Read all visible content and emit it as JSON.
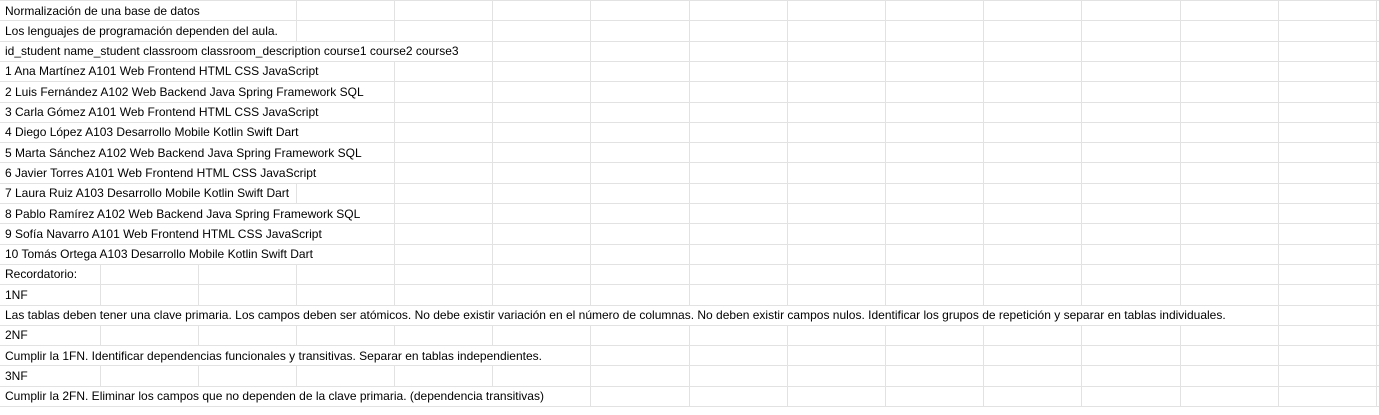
{
  "sheet": {
    "rows": [
      "Normalización de una base de datos",
      "Los lenguajes de programación dependen del aula.",
      "id_student name_student classroom classroom_description course1 course2 course3",
      "1 Ana Martínez A101 Web Frontend HTML CSS JavaScript",
      "2 Luis Fernández A102 Web Backend Java Spring Framework SQL",
      "3 Carla Gómez A101 Web Frontend HTML CSS JavaScript",
      "4 Diego López A103 Desarrollo Mobile Kotlin Swift Dart",
      "5 Marta Sánchez A102 Web Backend Java Spring Framework SQL",
      "6 Javier Torres A101 Web Frontend HTML CSS JavaScript",
      "7 Laura Ruiz A103 Desarrollo Mobile Kotlin Swift Dart",
      "8 Pablo Ramírez A102 Web Backend Java Spring Framework SQL",
      "9 Sofía Navarro A101 Web Frontend HTML CSS JavaScript",
      "10 Tomás Ortega A103 Desarrollo Mobile Kotlin Swift Dart",
      "Recordatorio:",
      "1NF",
      "Las tablas deben tener una clave primaria. Los campos deben ser atómicos. No debe existir variación en el número de columnas. No deben existir campos nulos. Identificar los grupos de repetición y separar en tablas individuales.",
      "2NF",
      "Cumplir la 1FN. Identificar dependencias funcionales y transitivas. Separar en tablas independientes.",
      "3NF",
      "Cumplir la 2FN. Eliminar los campos que no dependen de la clave primaria. (dependencia transitivas)"
    ]
  },
  "colors": {
    "gridline": "#e2e2e2",
    "text": "#000000",
    "background": "#ffffff"
  }
}
